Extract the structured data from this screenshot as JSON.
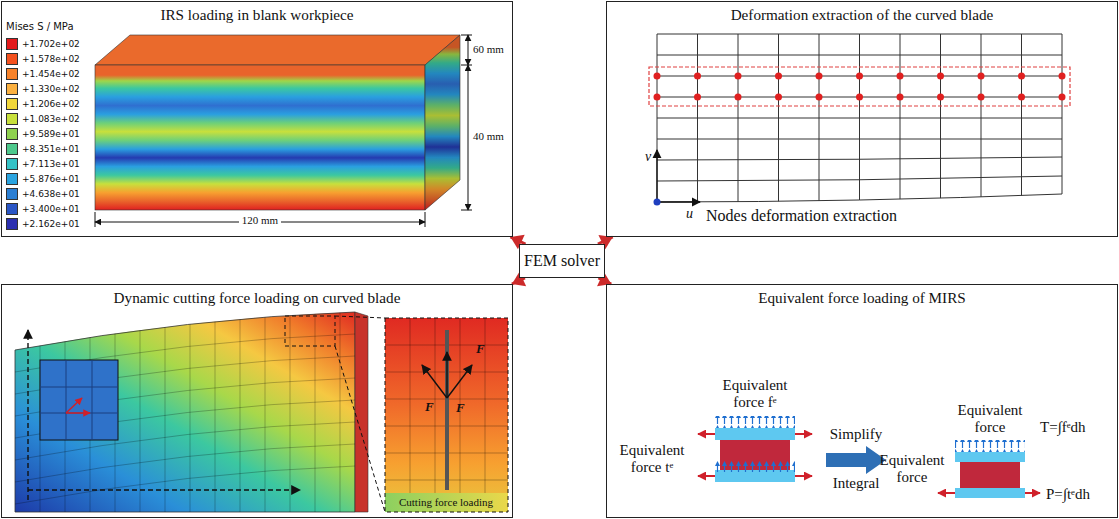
{
  "diagram": {
    "nodes": [
      {
        "text": [
          "IRS loading in blank workpiece"
        ]
      },
      {
        "text": [
          "Deformation extraction of the curved blade"
        ]
      },
      {
        "text": [
          "FEM solver"
        ]
      },
      {
        "text": [
          "Dynamic cutting force loading on curved blade"
        ]
      },
      {
        "text": [
          "Equivalent force loading of MIRS"
        ]
      }
    ],
    "edges": [
      {
        "from": 2,
        "to": 0,
        "arrow": "to"
      },
      {
        "from": 2,
        "to": 1,
        "arrow": "to"
      },
      {
        "from": 2,
        "to": 3,
        "arrow": "to"
      },
      {
        "from": 2,
        "to": 4,
        "arrow": "to"
      }
    ],
    "labels": [
      "Mises S / MPa",
      "60 mm",
      "40 mm",
      "120 mm",
      "v",
      "u",
      "Nodes deformation extraction",
      "F",
      "F",
      "F",
      "Cutting force loading",
      "Equivalent force fᵉ",
      "Equivalent force tᵉ",
      "Simplify",
      "Integral",
      "Equivalent force",
      "Equivalent force",
      "T=∫fᵉdh",
      "P=∫tᵉdh"
    ],
    "legend": [
      {
        "text": "+1.702e+02",
        "color": "#e31a1c"
      },
      {
        "text": "+1.578e+02",
        "color": "#f4511e"
      },
      {
        "text": "+1.454e+02",
        "color": "#f7822a"
      },
      {
        "text": "+1.330e+02",
        "color": "#fbb040"
      },
      {
        "text": "+1.206e+02",
        "color": "#f2d73a"
      },
      {
        "text": "+1.083e+02",
        "color": "#c8e03c"
      },
      {
        "text": "+9.589e+01",
        "color": "#8fd14f"
      },
      {
        "text": "+8.351e+01",
        "color": "#4dc88c"
      },
      {
        "text": "+7.113e+01",
        "color": "#35c2c6"
      },
      {
        "text": "+5.876e+01",
        "color": "#2aa4e0"
      },
      {
        "text": "+4.638e+01",
        "color": "#2b7fd4"
      },
      {
        "text": "+3.400e+01",
        "color": "#2a56c6"
      },
      {
        "text": "+2.162e+01",
        "color": "#2b2fb0"
      }
    ]
  }
}
